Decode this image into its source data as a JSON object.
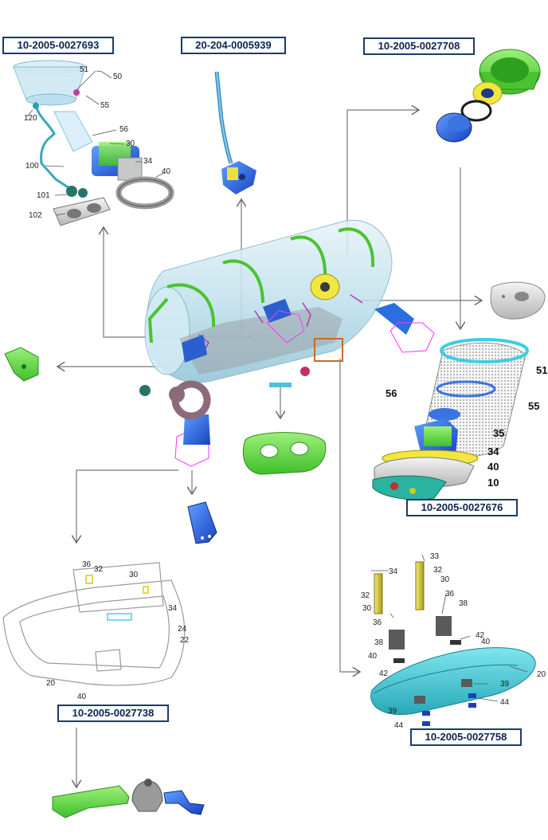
{
  "codes": {
    "c1": "10-2005-0027693",
    "c2": "20-204-0005939",
    "c3": "10-2005-0027708",
    "c4": "10-2005-0027676",
    "c5": "10-2005-0027738",
    "c6": "10-2005-0027758"
  },
  "filter_assembly": {
    "n51": "51",
    "n50": "50",
    "n55": "55",
    "n120": "120",
    "n56": "56",
    "n30": "30",
    "n100": "100",
    "n34": "34",
    "n40": "40",
    "n101": "101",
    "n102": "102"
  },
  "pump_module": {
    "n51": "51",
    "n55": "55",
    "n56": "56",
    "n35": "35",
    "n34": "34",
    "n40": "40",
    "n10": "10"
  },
  "housing": {
    "n36": "36",
    "n32": "32",
    "n30": "30",
    "n34": "34",
    "n24": "24",
    "n22": "22",
    "n20": "20",
    "n40": "40"
  },
  "flange_assembly": {
    "n33": "33",
    "n34": "34",
    "n32a": "32",
    "n32b": "32",
    "n30a": "30",
    "n30b": "30",
    "n36a": "36",
    "n36b": "36",
    "n38a": "38",
    "n38b": "38",
    "n42a": "42",
    "n42b": "42",
    "n40a": "40",
    "n40b": "40",
    "n20": "20",
    "n39a": "39",
    "n39b": "39",
    "n44a": "44",
    "n44b": "44"
  }
}
